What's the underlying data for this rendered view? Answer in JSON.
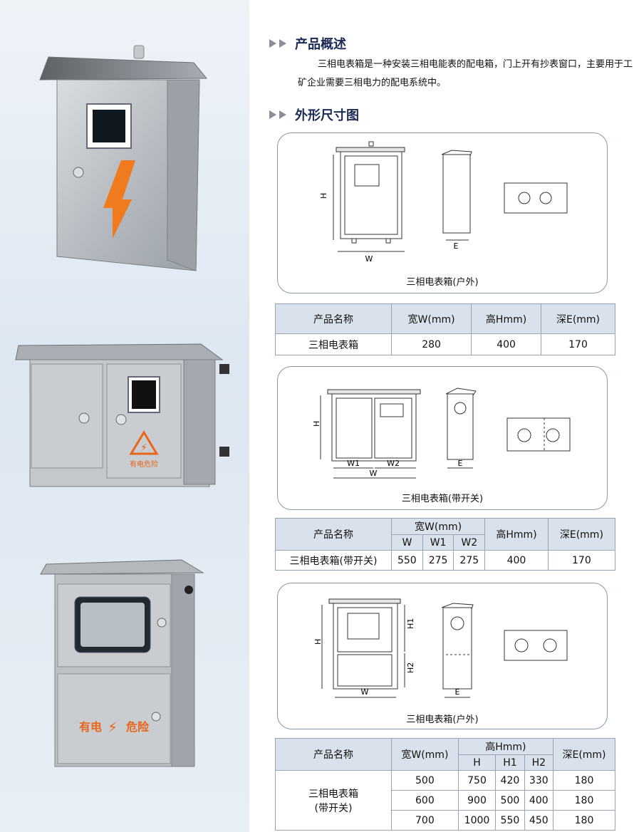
{
  "overview": {
    "title": "产品概述",
    "text": "三相电表箱是一种安装三相电能表的配电箱，门上开有抄表窗口，主要用于工矿企业需要三相电力的配电系统中。"
  },
  "dimensions_title": "外形尺寸图",
  "photos": {
    "photo2_warning": "有电危险",
    "photo3_warning_left": "有电",
    "photo3_warning_right": "危险"
  },
  "diagrams": [
    {
      "caption": "三相电表箱(户外)",
      "labels": {
        "H": "H",
        "W": "W",
        "E": "E"
      }
    },
    {
      "caption": "三相电表箱(带开关)",
      "labels": {
        "H": "H",
        "W": "W",
        "W1": "W1",
        "W2": "W2",
        "E": "E"
      }
    },
    {
      "caption": "三相电表箱(户外)",
      "labels": {
        "H": "H",
        "H1": "H1",
        "H2": "H2",
        "W": "W",
        "E": "E"
      }
    }
  ],
  "table1": {
    "headers": [
      "产品名称",
      "宽W(mm)",
      "高Hmm)",
      "深E(mm)"
    ],
    "row": [
      "三相电表箱",
      "280",
      "400",
      "170"
    ]
  },
  "table2": {
    "headers": {
      "name": "产品名称",
      "width_group": "宽W(mm)",
      "w": "W",
      "w1": "W1",
      "w2": "W2",
      "height": "高Hmm)",
      "depth": "深E(mm)"
    },
    "row": [
      "三相电表箱(带开关)",
      "550",
      "275",
      "275",
      "400",
      "170"
    ]
  },
  "table3": {
    "headers": {
      "name": "产品名称",
      "width": "宽W(mm)",
      "height_group": "高Hmm)",
      "h": "H",
      "h1": "H1",
      "h2": "H2",
      "depth": "深E(mm)"
    },
    "name_line1": "三相电表箱",
    "name_line2": "(带开关)",
    "rows": [
      [
        "500",
        "750",
        "420",
        "330",
        "180"
      ],
      [
        "600",
        "900",
        "500",
        "400",
        "180"
      ],
      [
        "700",
        "1000",
        "550",
        "450",
        "180"
      ]
    ]
  },
  "colors": {
    "accent_orange": "#f07a1e",
    "header_bg": "#d9e2ec",
    "steel": "#b9bec3"
  }
}
